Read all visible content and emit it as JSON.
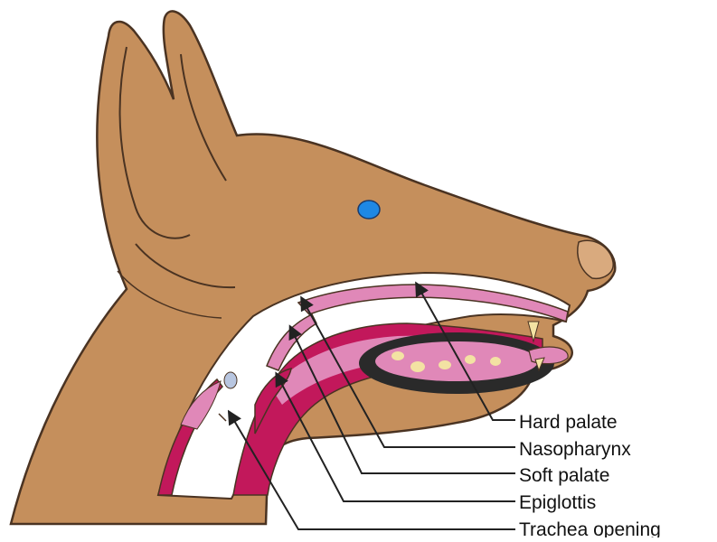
{
  "diagram": {
    "labels": [
      {
        "id": "hard-palate",
        "text": "Hard palate"
      },
      {
        "id": "nasopharynx",
        "text": "Nasopharynx"
      },
      {
        "id": "soft-palate",
        "text": "Soft palate"
      },
      {
        "id": "epiglottis",
        "text": "Epiglottis"
      },
      {
        "id": "trachea-opening",
        "text": "Trachea opening"
      }
    ],
    "colors": {
      "fur": "#c58f5c",
      "outline": "#4a3322",
      "tissue_pink": "#e088b8",
      "tissue_magenta": "#c2185b",
      "cavity": "#ffffff",
      "mouth_dark": "#2a2a2a",
      "eye": "#1e88e5",
      "nose": "#d9aa7e",
      "teeth": "#f3e2a3",
      "leader_line": "#222222"
    }
  }
}
